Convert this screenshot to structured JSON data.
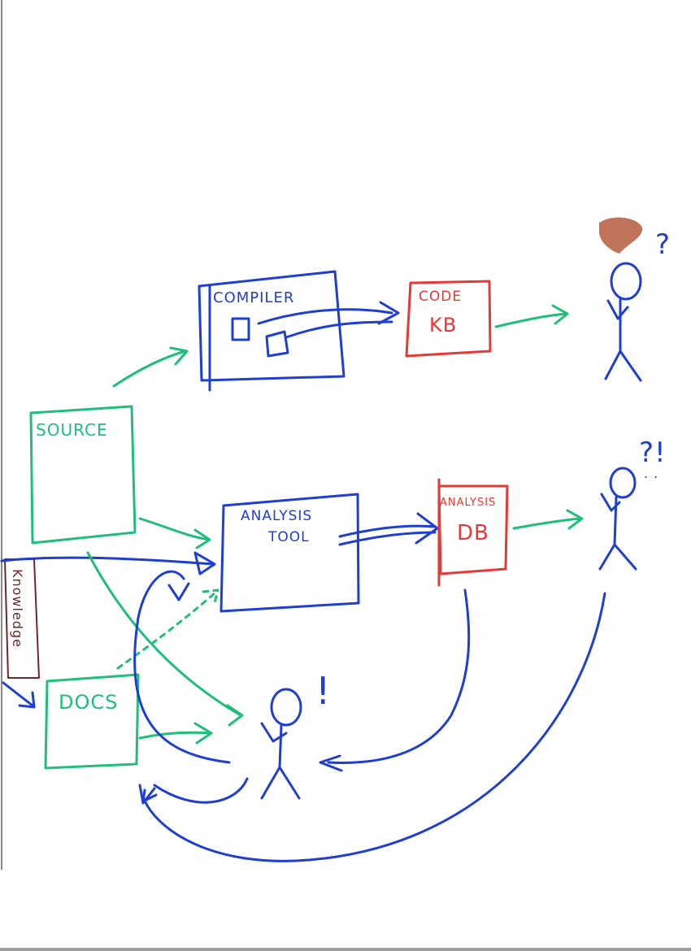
{
  "labels": {
    "compiler": "COMPILER",
    "code": "CODE",
    "kb": "KB",
    "source": "SOURCE",
    "analysis": "ANALYSIS",
    "tool": "TOOL",
    "analysis_db_top": "ANALYSIS",
    "db": "DB",
    "docs": "DOCS",
    "knowledge": "Knowledge",
    "q1": "?",
    "q2": "?!",
    "excl": "!"
  },
  "colors": {
    "blue": "#1f3fd0",
    "green": "#1fbf7a",
    "red": "#e53935",
    "brown": "#6b2a2a",
    "hat": "#b45a3c"
  }
}
